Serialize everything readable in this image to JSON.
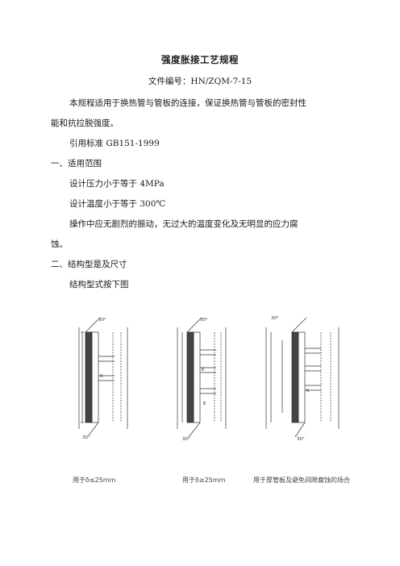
{
  "document": {
    "title": "强度胀接工艺规程",
    "file_no": "文件编号：HN/ZQM-7-15",
    "intro_line1": "本规程适用于换热管与管板的连接，保证换热管与管板的密封性",
    "intro_line2": "能和抗拉脱强度。",
    "standard": "引用标准 GB151-1999",
    "section1": {
      "heading": "一、适用范围",
      "item1": "设计压力小于等于 4MPa",
      "item2": "设计温度小于等于 300℃",
      "item3_line1": "操作中应无剧烈的振动，无过大的温度变化及无明显的应力腐",
      "item3_line2": "蚀。"
    },
    "section2": {
      "heading": "二、结构型是及尺寸",
      "text": "结构型式按下图"
    },
    "figure": {
      "angle_label": "30°",
      "captions": [
        "用于δ≤25mm",
        "用于δ≥25mm",
        "用于厚管板及避免间隙腐蚀的场合"
      ]
    }
  }
}
